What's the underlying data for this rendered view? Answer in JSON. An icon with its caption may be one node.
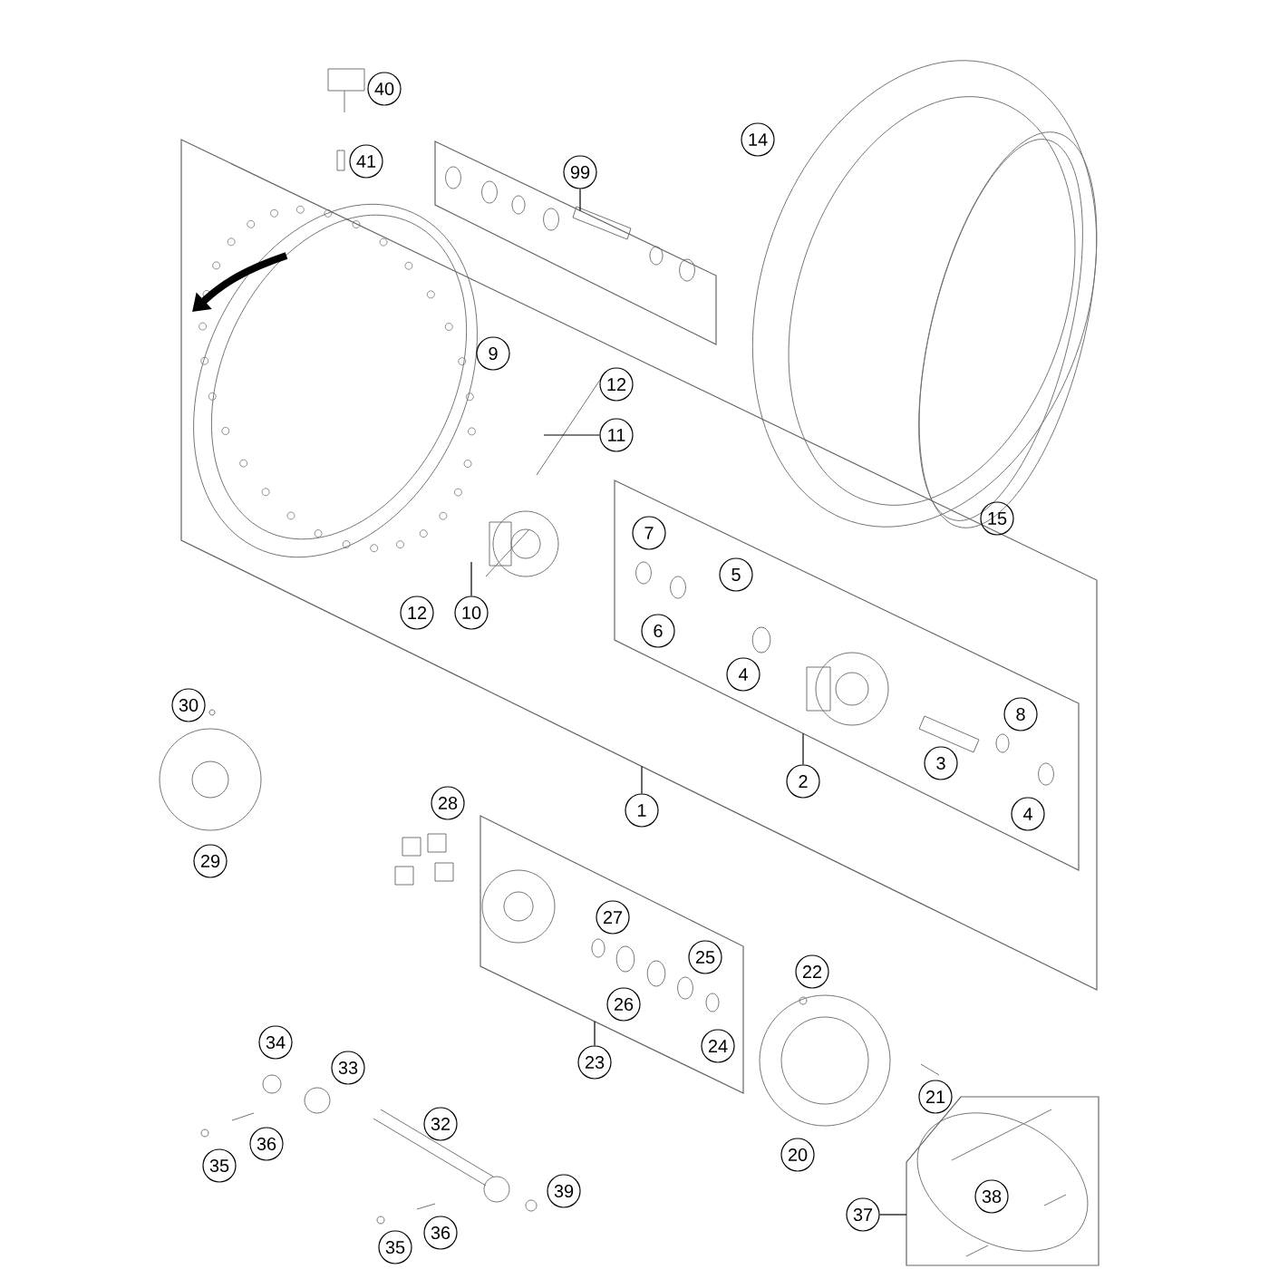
{
  "diagram": {
    "nodes": [
      {
        "text": [],
        "shape": "box"
      },
      {
        "text": [
          "99"
        ],
        "in": 0
      },
      {
        "text": [
          "40"
        ]
      },
      {
        "text": [
          "14"
        ]
      },
      {
        "text": [
          "41"
        ]
      },
      {
        "text": [],
        "shape": "box"
      },
      {
        "text": [
          "9"
        ],
        "in": 5
      },
      {
        "text": [
          "12"
        ],
        "in": 5
      },
      {
        "text": [
          "11"
        ],
        "in": 5
      },
      {
        "text": [
          "15"
        ]
      },
      {
        "text": [],
        "shape": "box",
        "in": 5
      },
      {
        "text": [
          "7"
        ],
        "in": 10
      },
      {
        "text": [
          "5"
        ],
        "in": 10
      },
      {
        "text": [
          "12"
        ],
        "in": 5
      },
      {
        "text": [
          "10"
        ],
        "in": 5
      },
      {
        "text": [
          "6"
        ],
        "in": 10
      },
      {
        "text": [
          "4"
        ],
        "in": 10
      },
      {
        "text": [
          "30"
        ]
      },
      {
        "text": [
          "8"
        ],
        "in": 10
      },
      {
        "text": [
          "3"
        ],
        "in": 10
      },
      {
        "text": [
          "2"
        ],
        "in": 5
      },
      {
        "text": [
          "1"
        ]
      },
      {
        "text": [
          "4"
        ],
        "in": 10
      },
      {
        "text": [
          "28"
        ]
      },
      {
        "text": [
          "29"
        ]
      },
      {
        "text": [],
        "shape": "box"
      },
      {
        "text": [
          "27"
        ],
        "in": 25
      },
      {
        "text": [
          "25"
        ],
        "in": 25
      },
      {
        "text": [
          "22"
        ]
      },
      {
        "text": [
          "26"
        ],
        "in": 25
      },
      {
        "text": [
          "24"
        ],
        "in": 25
      },
      {
        "text": [
          "34"
        ]
      },
      {
        "text": [
          "33"
        ]
      },
      {
        "text": [
          "23"
        ]
      },
      {
        "text": [
          "21"
        ]
      },
      {
        "text": [
          "32"
        ]
      },
      {
        "text": [
          "36"
        ]
      },
      {
        "text": [
          "20"
        ]
      },
      {
        "text": [
          "35"
        ]
      },
      {
        "text": [
          "39"
        ]
      },
      {
        "text": [],
        "shape": "box"
      },
      {
        "text": [
          "38"
        ],
        "in": 40
      },
      {
        "text": [
          "37"
        ]
      },
      {
        "text": [
          "36"
        ]
      },
      {
        "text": [
          "35"
        ]
      }
    ],
    "edges": [
      {
        "from": 1,
        "to": 0,
        "arrow": "none"
      },
      {
        "from": 8,
        "to": null,
        "arrow": "none"
      },
      {
        "from": 14,
        "to": null,
        "arrow": "none"
      },
      {
        "from": 20,
        "to": 10,
        "arrow": "none"
      },
      {
        "from": 21,
        "to": 5,
        "arrow": "none"
      },
      {
        "from": 33,
        "to": 25,
        "arrow": "none"
      },
      {
        "from": 42,
        "to": 40,
        "arrow": "none"
      }
    ]
  }
}
